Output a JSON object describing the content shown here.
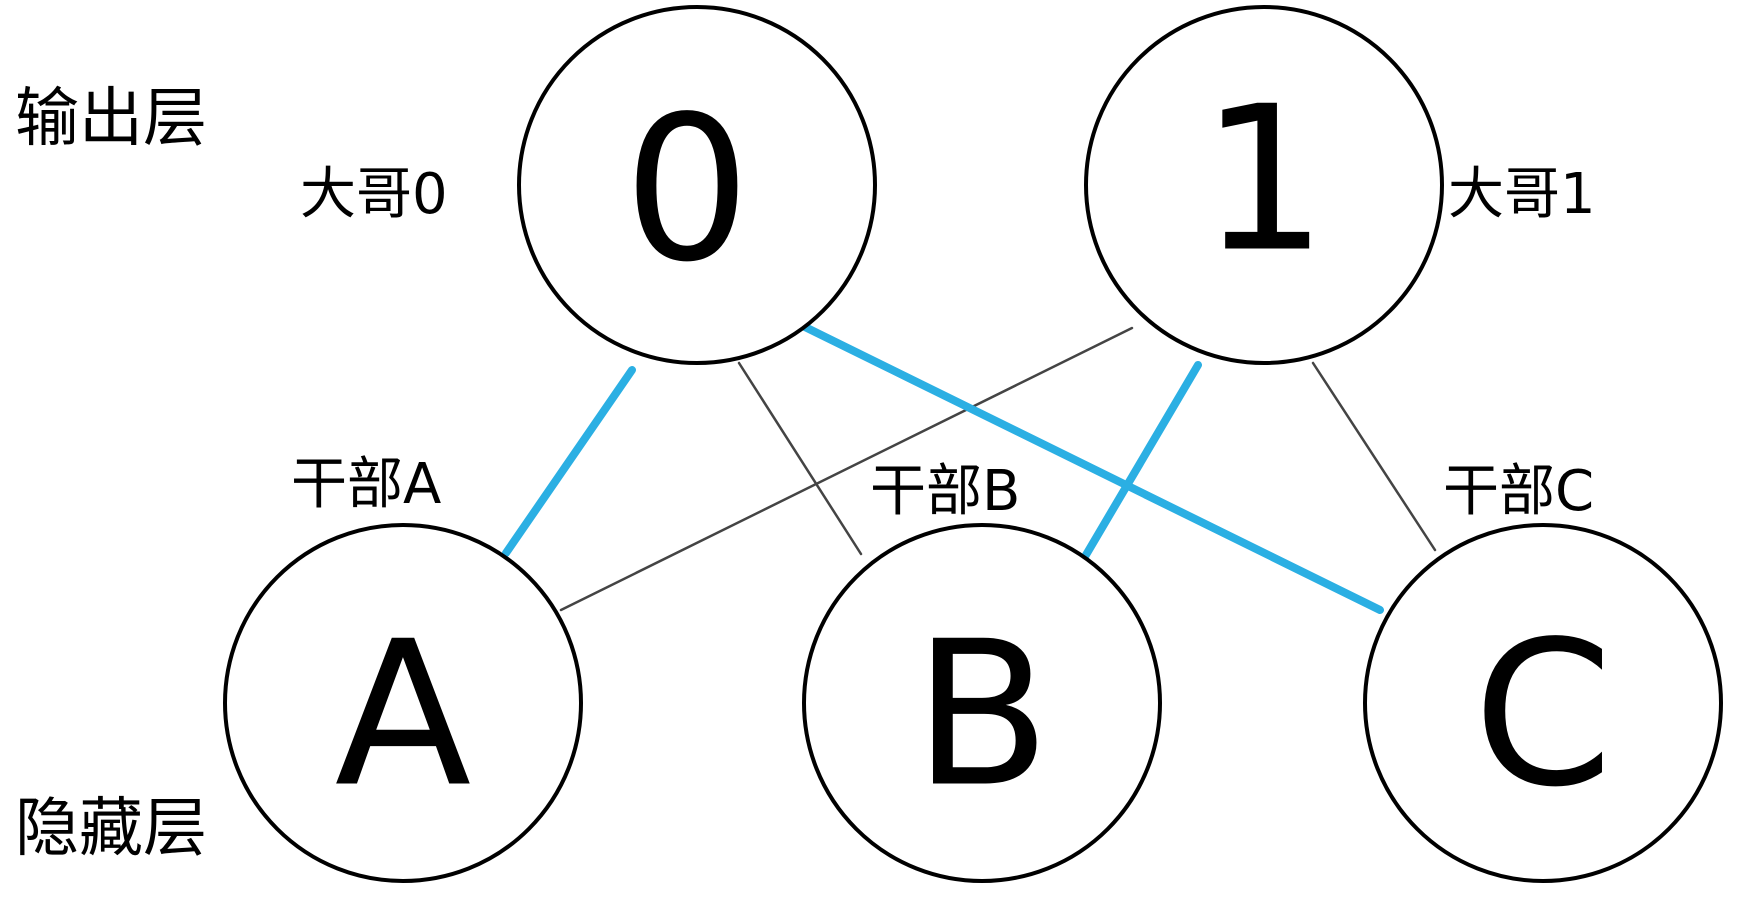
{
  "layers": {
    "output_label": "输出层",
    "hidden_label": "隐藏层"
  },
  "nodes": {
    "out0": {
      "letter": "0",
      "label": "大哥0"
    },
    "out1": {
      "letter": "1",
      "label": "大哥1"
    },
    "hidA": {
      "letter": "A",
      "label": "干部A"
    },
    "hidB": {
      "letter": "B",
      "label": "干部B"
    },
    "hidC": {
      "letter": "C",
      "label": "干部C"
    }
  },
  "edges": [
    {
      "from": "hidA",
      "to": "out0",
      "weight": "strong"
    },
    {
      "from": "hidA",
      "to": "out1",
      "weight": "weak"
    },
    {
      "from": "hidB",
      "to": "out0",
      "weight": "weak"
    },
    {
      "from": "hidB",
      "to": "out1",
      "weight": "strong"
    },
    {
      "from": "hidC",
      "to": "out0",
      "weight": "strong"
    },
    {
      "from": "hidC",
      "to": "out1",
      "weight": "weak"
    }
  ],
  "colors": {
    "strong_edge": "#2bafe3",
    "weak_edge": "#444444",
    "node_stroke": "#000000",
    "node_fill": "#ffffff"
  }
}
